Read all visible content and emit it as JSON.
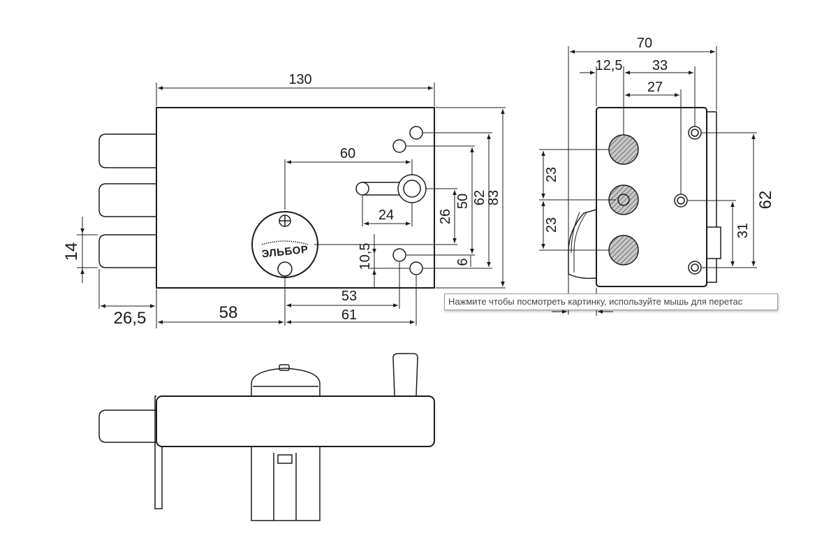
{
  "drawing": {
    "brand_label": "ЭЛЬБОР",
    "front_view": {
      "dimensions": {
        "body_length": "130",
        "key_slot_to_cylinder": "60",
        "slot_width": "24",
        "bolt_diameter": "14",
        "bolt_offset": "26,5",
        "cylinder_offset": "58",
        "hole_a_offset": "53",
        "hole_b_offset": "61",
        "vert_26": "26",
        "vert_50": "50",
        "vert_62": "62",
        "vert_83": "83",
        "vert_10_5": "10,5",
        "vert_6": "6"
      }
    },
    "side_view": {
      "dimensions": {
        "overall_depth": "70",
        "bolt_offset": "12,5",
        "hole_offset_33": "33",
        "hole_offset_27": "27",
        "bolt_spacing_top": "23",
        "bolt_spacing_bottom": "23",
        "hole_spacing": "62",
        "hole_lower": "31"
      }
    }
  },
  "tooltip": {
    "text": "Нажмите чтобы посмотреть картинку, используйте мышь для перетас"
  },
  "colors": {
    "line": "#1a1a1a",
    "bolt_fill": "#b8b8b8"
  }
}
